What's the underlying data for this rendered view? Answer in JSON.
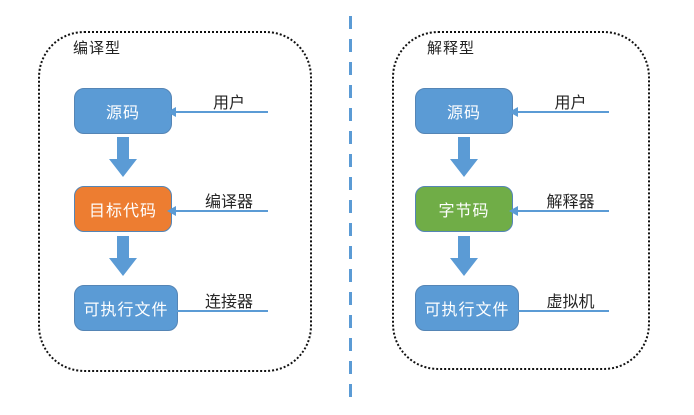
{
  "colors": {
    "node_blue": "#5B9BD5",
    "node_orange": "#ED7D31",
    "node_green": "#70AD47",
    "arrow": "#5B9BD5",
    "divider": "#5B9BD5",
    "panel_border": "#111111"
  },
  "panels": [
    {
      "title": "编译型",
      "nodes": [
        {
          "label": "源码",
          "fill": "#5B9BD5"
        },
        {
          "label": "目标代码",
          "fill": "#ED7D31"
        },
        {
          "label": "可执行文件",
          "fill": "#5B9BD5"
        }
      ],
      "inputs": [
        "用户",
        "编译器",
        "连接器"
      ]
    },
    {
      "title": "解释型",
      "nodes": [
        {
          "label": "源码",
          "fill": "#5B9BD5"
        },
        {
          "label": "字节码",
          "fill": "#70AD47"
        },
        {
          "label": "可执行文件",
          "fill": "#5B9BD5"
        }
      ],
      "inputs": [
        "用户",
        "解释器",
        "虚拟机"
      ]
    }
  ]
}
